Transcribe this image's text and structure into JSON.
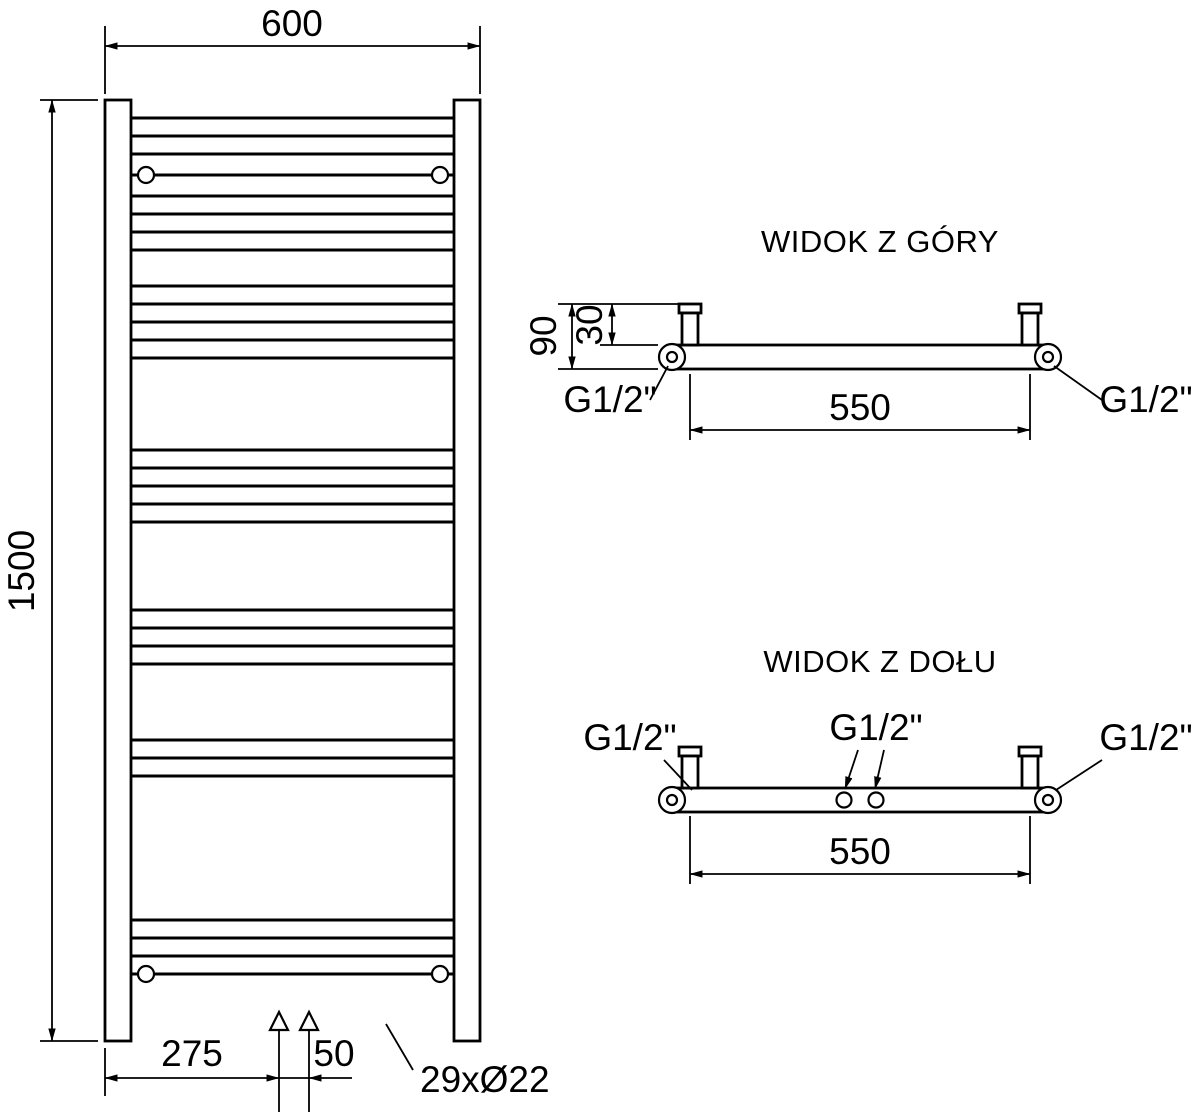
{
  "page": {
    "background": "#ffffff",
    "line_color": "#000000"
  },
  "front_view": {
    "dims": {
      "width": "600",
      "height": "1500",
      "left_offset": "275",
      "valve_spacing": "50"
    },
    "tube_label": "29xØ22"
  },
  "top_view": {
    "title": "WIDOK Z GÓRY",
    "dims": {
      "depth": "90",
      "pipe_offset": "30",
      "span": "550"
    },
    "threads": {
      "left": "G1/2\"",
      "right": "G1/2\""
    }
  },
  "bottom_view": {
    "title": "WIDOK Z DOŁU",
    "dims": {
      "span": "550"
    },
    "threads": {
      "left": "G1/2\"",
      "center": "G1/2\"",
      "right": "G1/2\""
    }
  }
}
